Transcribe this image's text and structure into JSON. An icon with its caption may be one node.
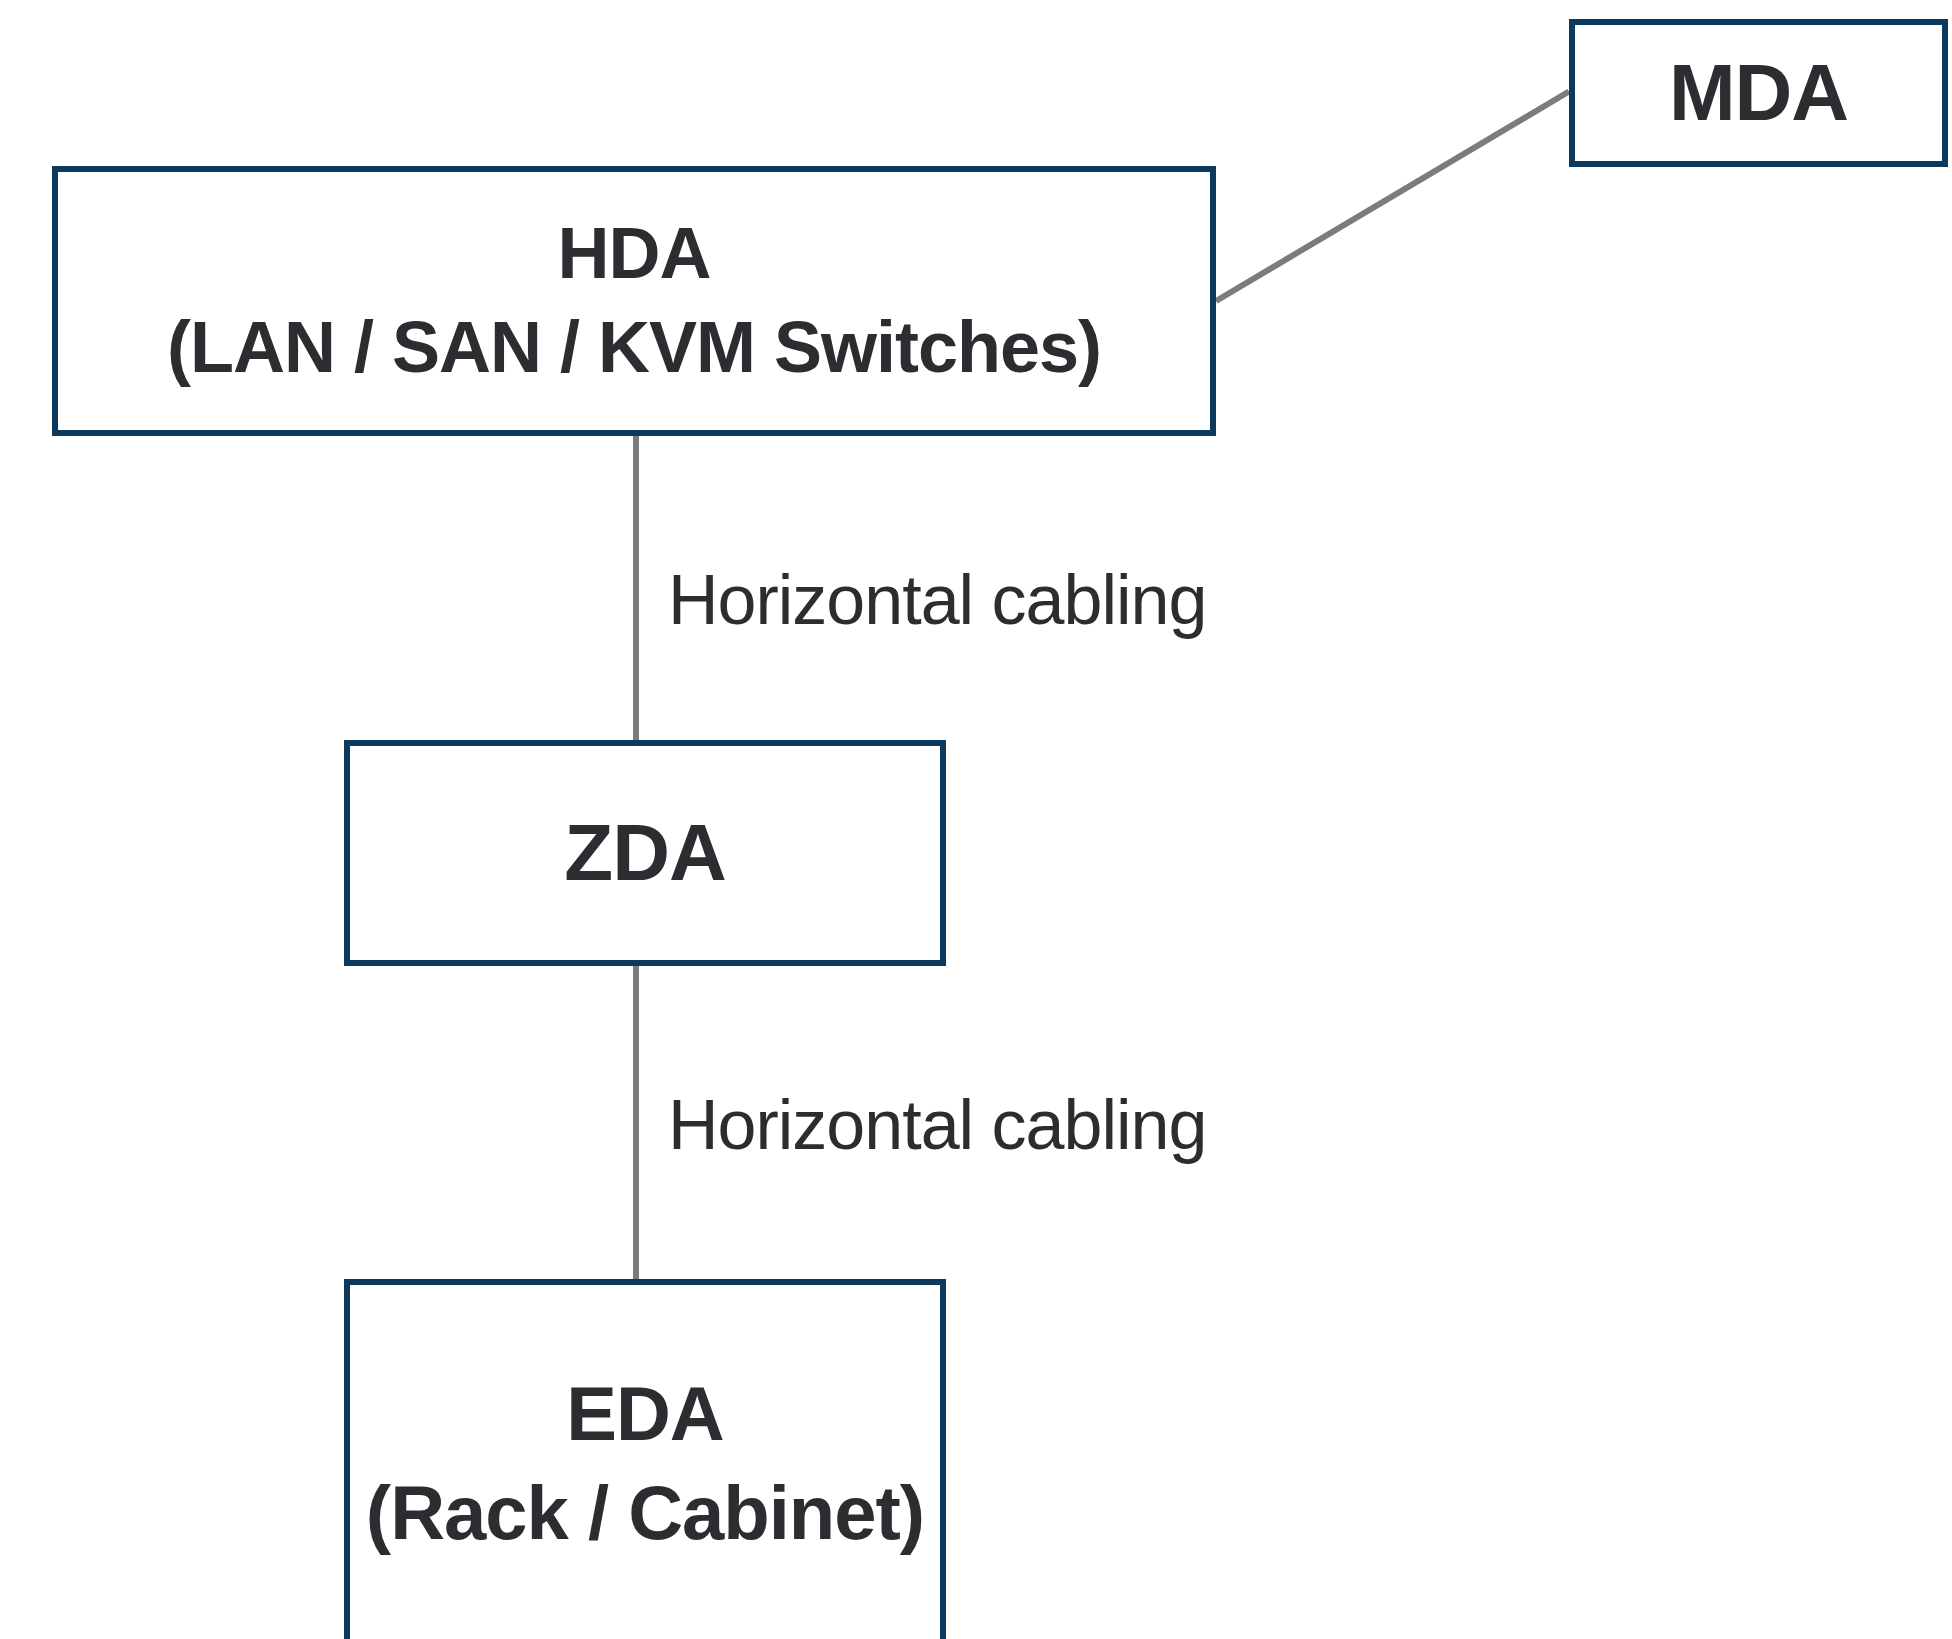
{
  "diagram": {
    "nodes": [
      {
        "text": [
          "MDA"
        ]
      },
      {
        "text": [
          "HDA",
          "(LAN / SAN / KVM Switches)"
        ]
      },
      {
        "text": [
          "ZDA"
        ]
      },
      {
        "text": [
          "EDA",
          "(Rack / Cabinet)"
        ]
      }
    ],
    "edges": [
      {
        "from": 1,
        "to": 0,
        "arrow": "none"
      },
      {
        "from": 1,
        "to": 2,
        "arrow": "none",
        "label": "Horizontal cabling"
      },
      {
        "from": 2,
        "to": 3,
        "arrow": "none",
        "label": "Horizontal cabling"
      }
    ]
  }
}
